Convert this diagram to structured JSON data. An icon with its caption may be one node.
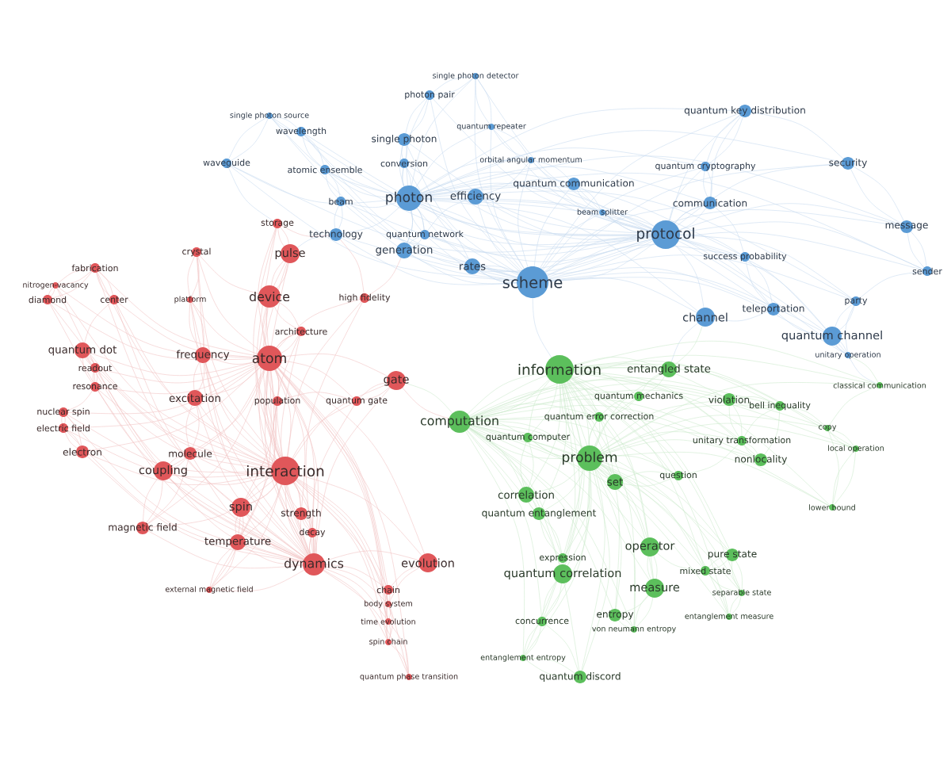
{
  "diagram": {
    "nodes": [
      {
        "text": [
          "single photon detector"
        ]
      },
      {
        "text": [
          "photon pair"
        ]
      },
      {
        "text": [
          "single photon source"
        ]
      },
      {
        "text": [
          "wavelength"
        ]
      },
      {
        "text": [
          "quantum repeater"
        ]
      },
      {
        "text": [
          "single photon"
        ]
      },
      {
        "text": [
          "quantum key distribution"
        ]
      },
      {
        "text": [
          "waveguide"
        ]
      },
      {
        "text": [
          "atomic ensemble"
        ]
      },
      {
        "text": [
          "conversion"
        ]
      },
      {
        "text": [
          "orbital angular momentum"
        ]
      },
      {
        "text": [
          "quantum cryptography"
        ]
      },
      {
        "text": [
          "security"
        ]
      },
      {
        "text": [
          "quantum communication"
        ]
      },
      {
        "text": [
          "communication"
        ]
      },
      {
        "text": [
          "beam"
        ]
      },
      {
        "text": [
          "photon"
        ]
      },
      {
        "text": [
          "efficiency"
        ]
      },
      {
        "text": [
          "beam splitter"
        ]
      },
      {
        "text": [
          "message"
        ]
      },
      {
        "text": [
          "technology"
        ]
      },
      {
        "text": [
          "quantum network"
        ]
      },
      {
        "text": [
          "protocol"
        ]
      },
      {
        "text": [
          "generation"
        ]
      },
      {
        "text": [
          "success probability"
        ]
      },
      {
        "text": [
          "rates"
        ]
      },
      {
        "text": [
          "sender"
        ]
      },
      {
        "text": [
          "scheme"
        ]
      },
      {
        "text": [
          "party"
        ]
      },
      {
        "text": [
          "teleportation"
        ]
      },
      {
        "text": [
          "channel"
        ]
      },
      {
        "text": [
          "quantum channel"
        ]
      },
      {
        "text": [
          "unitary operation"
        ]
      },
      {
        "text": [
          "storage"
        ]
      },
      {
        "text": [
          "crystal"
        ]
      },
      {
        "text": [
          "pulse"
        ]
      },
      {
        "text": [
          "fabrication"
        ]
      },
      {
        "text": [
          "nitrogen-vacancy"
        ]
      },
      {
        "text": [
          "diamond"
        ]
      },
      {
        "text": [
          "center"
        ]
      },
      {
        "text": [
          "platform"
        ]
      },
      {
        "text": [
          "device"
        ]
      },
      {
        "text": [
          "high fidelity"
        ]
      },
      {
        "text": [
          "architecture"
        ]
      },
      {
        "text": [
          "quantum dot"
        ]
      },
      {
        "text": [
          "frequency"
        ]
      },
      {
        "text": [
          "atom"
        ]
      },
      {
        "text": [
          "readout"
        ]
      },
      {
        "text": [
          "resonance"
        ]
      },
      {
        "text": [
          "gate"
        ]
      },
      {
        "text": [
          "excitation"
        ]
      },
      {
        "text": [
          "population"
        ]
      },
      {
        "text": [
          "quantum gate"
        ]
      },
      {
        "text": [
          "nuclear spin"
        ]
      },
      {
        "text": [
          "electric field"
        ]
      },
      {
        "text": [
          "electron"
        ]
      },
      {
        "text": [
          "molecule"
        ]
      },
      {
        "text": [
          "coupling"
        ]
      },
      {
        "text": [
          "interaction"
        ]
      },
      {
        "text": [
          "strength"
        ]
      },
      {
        "text": [
          "spin"
        ]
      },
      {
        "text": [
          "magnetic field"
        ]
      },
      {
        "text": [
          "decay"
        ]
      },
      {
        "text": [
          "temperature"
        ]
      },
      {
        "text": [
          "dynamics"
        ]
      },
      {
        "text": [
          "evolution"
        ]
      },
      {
        "text": [
          "external magnetic field"
        ]
      },
      {
        "text": [
          "chain"
        ]
      },
      {
        "text": [
          "body system"
        ]
      },
      {
        "text": [
          "time evolution"
        ]
      },
      {
        "text": [
          "spin chain"
        ]
      },
      {
        "text": [
          "quantum phase transition"
        ]
      },
      {
        "text": [
          "information"
        ]
      },
      {
        "text": [
          "entangled state"
        ]
      },
      {
        "text": [
          "classical communication"
        ]
      },
      {
        "text": [
          "quantum mechanics"
        ]
      },
      {
        "text": [
          "violation"
        ]
      },
      {
        "text": [
          "bell inequality"
        ]
      },
      {
        "text": [
          "computation"
        ]
      },
      {
        "text": [
          "quantum error correction"
        ]
      },
      {
        "text": [
          "copy"
        ]
      },
      {
        "text": [
          "quantum computer"
        ]
      },
      {
        "text": [
          "unitary transformation"
        ]
      },
      {
        "text": [
          "local operation"
        ]
      },
      {
        "text": [
          "problem"
        ]
      },
      {
        "text": [
          "nonlocality"
        ]
      },
      {
        "text": [
          "question"
        ]
      },
      {
        "text": [
          "set"
        ]
      },
      {
        "text": [
          "correlation"
        ]
      },
      {
        "text": [
          "lower bound"
        ]
      },
      {
        "text": [
          "quantum entanglement"
        ]
      },
      {
        "text": [
          "operator"
        ]
      },
      {
        "text": [
          "pure state"
        ]
      },
      {
        "text": [
          "expression"
        ]
      },
      {
        "text": [
          "mixed state"
        ]
      },
      {
        "text": [
          "quantum correlation"
        ]
      },
      {
        "text": [
          "measure"
        ]
      },
      {
        "text": [
          "separable state"
        ]
      },
      {
        "text": [
          "entropy"
        ]
      },
      {
        "text": [
          "entanglement measure"
        ]
      },
      {
        "text": [
          "concurrence"
        ]
      },
      {
        "text": [
          "von neumann entropy"
        ]
      },
      {
        "text": [
          "entanglement entropy"
        ]
      },
      {
        "text": [
          "quantum discord"
        ]
      }
    ]
  }
}
